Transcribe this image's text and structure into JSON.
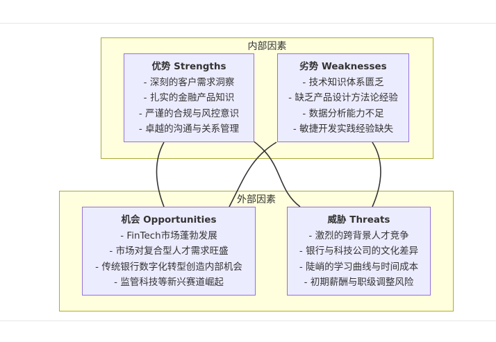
{
  "groups": {
    "internal": {
      "label": "内部因素"
    },
    "external": {
      "label": "外部因素"
    }
  },
  "nodes": {
    "strengths": {
      "title": "优势 Strengths",
      "items": [
        "- 深刻的客户需求洞察",
        "- 扎实的金融产品知识",
        "- 严谨的合规与风控意识",
        "- 卓越的沟通与关系管理"
      ]
    },
    "weaknesses": {
      "title": "劣势 Weaknesses",
      "items": [
        "- 技术知识体系匮乏",
        "- 缺乏产品设计方法论经验",
        "- 数据分析能力不足",
        "- 敏捷开发实践经验缺失"
      ]
    },
    "opportunities": {
      "title": "机会 Opportunities",
      "items": [
        "- FinTech市场蓬勃发展",
        "- 市场对复合型人才需求旺盛",
        "- 传统银行数字化转型创造内部机会",
        "- 监管科技等新兴赛道崛起"
      ]
    },
    "threats": {
      "title": "威胁 Threats",
      "items": [
        "- 激烈的跨背景人才竞争",
        "- 银行与科技公司的文化差异",
        "- 陡峭的学习曲线与时间成本",
        "- 初期薪酬与职级调整风险"
      ]
    }
  },
  "colors": {
    "group_fill": "#ffffde",
    "group_stroke": "#aaaa33",
    "node_fill": "#ececff",
    "node_stroke": "#9370db",
    "link": "#333333"
  }
}
